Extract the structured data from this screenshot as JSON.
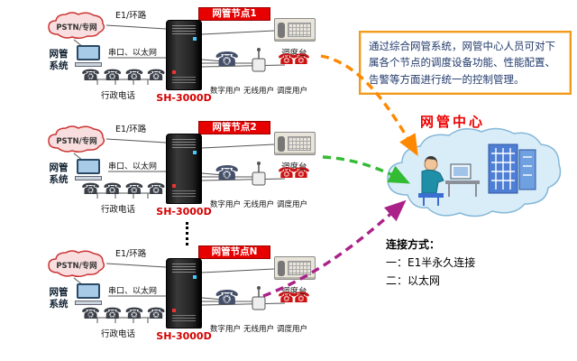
{
  "nodes": [
    {
      "title": "网管节点1",
      "pstn": "PSTN/专网",
      "e1_label": "E1/环路",
      "nms_label": "网管系统",
      "serial_label": "串口、以太网",
      "server_model": "SH-3000D",
      "console_label": "调度台",
      "user_labels": [
        "数字用户",
        "无线用户",
        "调度用户"
      ],
      "admin_phone_label": "行政电话"
    },
    {
      "title": "网管节点2",
      "pstn": "PSTN/专网",
      "e1_label": "E1/环路",
      "nms_label": "网管系统",
      "serial_label": "串口、以太网",
      "server_model": "SH-3000D",
      "console_label": "调度台",
      "user_labels": [
        "数字用户",
        "无线用户",
        "调度用户"
      ],
      "admin_phone_label": "行政电话"
    },
    {
      "title": "网管节点N",
      "pstn": "PSTN/专网",
      "e1_label": "E1/环路",
      "nms_label": "网管系统",
      "serial_label": "串口、以太网",
      "server_model": "SH-3000D",
      "console_label": "调度台",
      "user_labels": [
        "数字用户",
        "无线用户",
        "调度用户"
      ],
      "admin_phone_label": "行政电话"
    }
  ],
  "right_panel": {
    "description": "通过综合网管系统，网管中心人员可对下属各个节点的调度设备功能、性能配置、告警等方面进行统一的控制管理。",
    "center_title": "网管中心",
    "connection_heading": "连接方式：",
    "connection_methods": [
      "一：E1半永久连接",
      "二：以太网"
    ]
  },
  "icons": {
    "phone_glyph": "☎"
  },
  "colors": {
    "node_title_bg": "#e60000",
    "server_label_red": "#d40000",
    "arrow_orange": "#ff8800",
    "arrow_green": "#33bb33",
    "arrow_purple": "#aa2288",
    "desc_border_orange": "#f09a1e",
    "cloud_pink": "#f8dede",
    "cloud_blue": "#d9edf9"
  }
}
